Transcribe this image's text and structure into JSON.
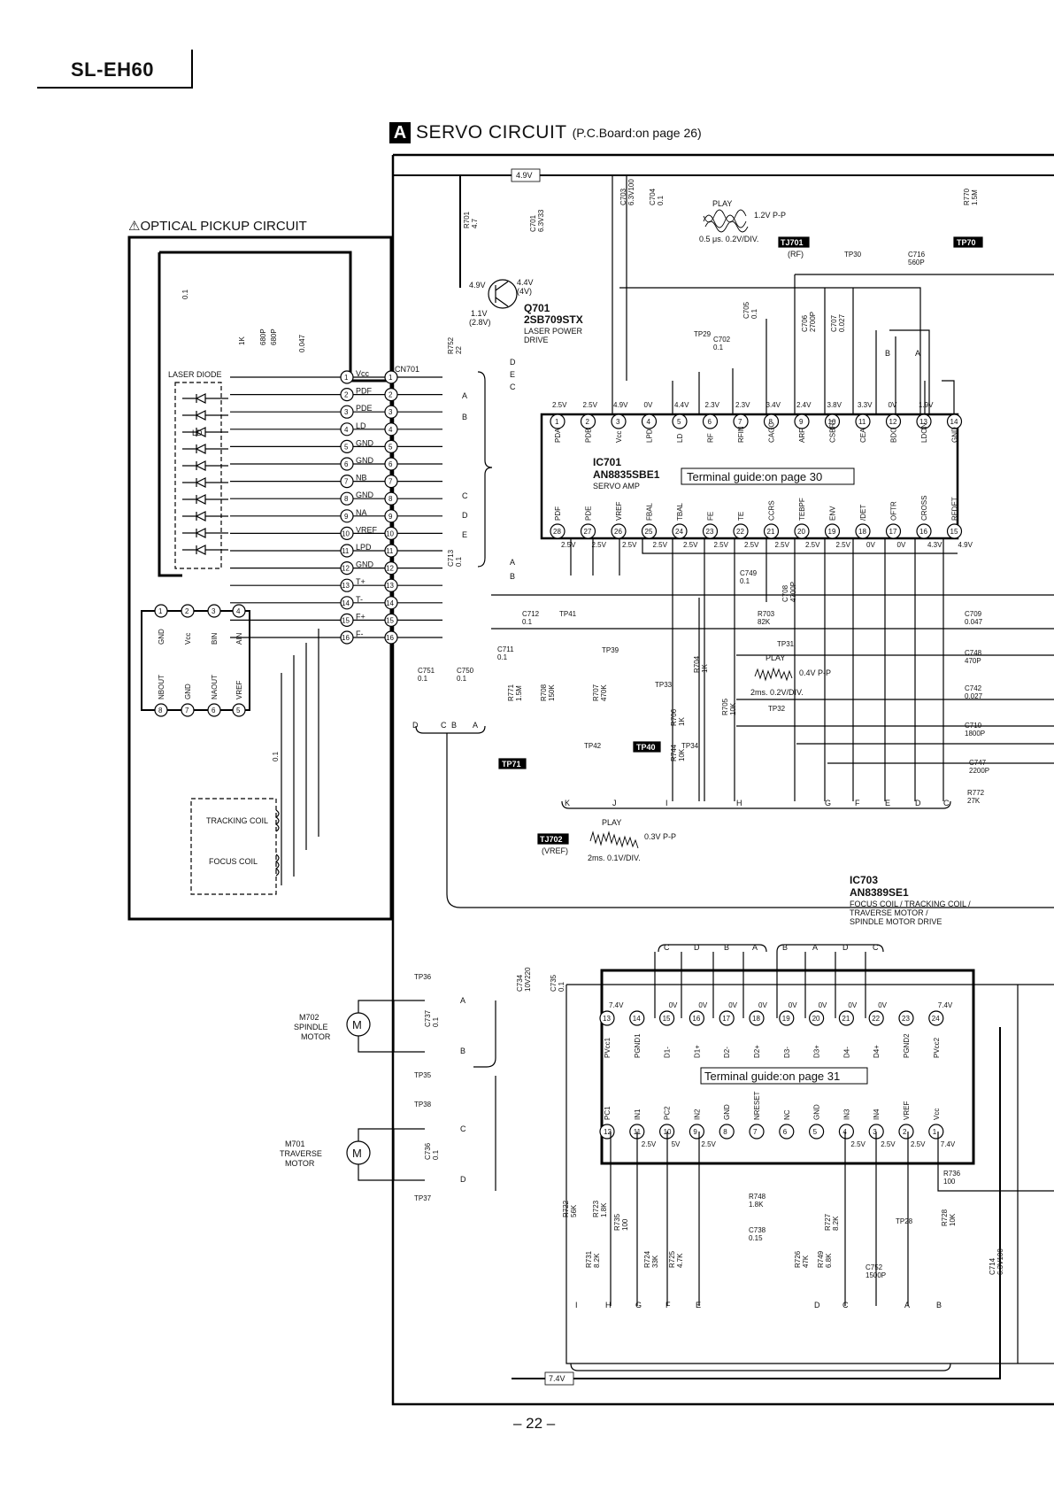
{
  "header": {
    "model": "SL-EH60",
    "page_number": "– 22 –"
  },
  "section": {
    "letter": "A",
    "title": "SERVO CIRCUIT",
    "board_ref": "(P.C.Board:on page 26)",
    "optical_title": "⚠OPTICAL PICKUP CIRCUIT"
  },
  "rails": {
    "top": "4.9V",
    "bottom": "7.4V"
  },
  "q701": {
    "name": "Q701",
    "part": "2SB709STX",
    "desc1": "LASER POWER",
    "desc2": "DRIVE",
    "v_b": "1.1V",
    "v_b2": "(2.8V)",
    "v_e": "4.9V",
    "v_c": "4.4V",
    "v_c2": "(4V)"
  },
  "ic701": {
    "name": "IC701",
    "part": "AN8835SBE1",
    "desc": "SERVO AMP",
    "guide": "Terminal guide:on page 30",
    "top_pins": [
      "PDA",
      "PDB",
      "Vcc",
      "LPD",
      "LD",
      "RF",
      "RFIN",
      "CAGC",
      "ARF",
      "CSBRT",
      "CEA",
      "BDO",
      "LDON",
      "GND"
    ],
    "top_volts": [
      "2.5V",
      "2.5V",
      "4.9V",
      "0V",
      "4.4V",
      "2.3V",
      "2.3V",
      "3.4V",
      "2.4V",
      "3.8V",
      "3.3V",
      "0V",
      "1.9V",
      ""
    ],
    "bottom_pins": [
      "PDF",
      "PDE",
      "VREF",
      "FBAL",
      "TBAL",
      "FE",
      "TE",
      "CCRS",
      "TEBPF",
      "ENV",
      "/DET",
      "OFTR",
      "CROSS",
      "RFDET"
    ],
    "bottom_volts": [
      "2.5V",
      "2.5V",
      "2.5V",
      "2.5V",
      "2.5V",
      "2.5V",
      "2.5V",
      "2.5V",
      "2.5V",
      "2.5V",
      "0V",
      "0V",
      "4.3V",
      "4.9V"
    ]
  },
  "ic703": {
    "name": "IC703",
    "part": "AN8389SE1",
    "desc1": "FOCUS COIL / TRACKING COIL /",
    "desc2": "TRAVERSE MOTOR /",
    "desc3": "SPINDLE MOTOR DRIVE",
    "guide": "Terminal guide:on page 31",
    "top_pins": [
      "PVcc1",
      "PGND1",
      "D1-",
      "D1+",
      "D2-",
      "D2+",
      "D3-",
      "D3+",
      "D4-",
      "D4+",
      "PGND2",
      "PVcc2"
    ],
    "top_nums": [
      "13",
      "14",
      "15",
      "16",
      "17",
      "18",
      "19",
      "20",
      "21",
      "22",
      "23",
      "24"
    ],
    "top_volts": [
      "7.4V",
      "",
      "0V",
      "0V",
      "0V",
      "0V",
      "0V",
      "0V",
      "0V",
      "0V",
      "",
      "7.4V"
    ],
    "bottom_pins": [
      "PC1",
      "IN1",
      "PC2",
      "IN2",
      "GND",
      "NRESET",
      "NC",
      "GND",
      "IN3",
      "IN4",
      "VREF",
      "Vcc"
    ],
    "bottom_nums": [
      "12",
      "11",
      "10",
      "9",
      "8",
      "7",
      "6",
      "5",
      "4",
      "3",
      "2",
      "1"
    ],
    "bottom_volts": [
      "",
      "2.5V",
      "5V",
      "2.5V",
      "",
      "",
      "",
      "",
      "2.5V",
      "2.5V",
      "2.5V",
      "7.4V"
    ]
  },
  "cn701": {
    "name": "CN701",
    "pins": [
      "Vcc",
      "PDF",
      "PDE",
      "LD",
      "GND",
      "GND",
      "NB",
      "GND",
      "NA",
      "VREF",
      "LPD",
      "GND",
      "T+",
      "T-",
      "F+",
      "F-"
    ]
  },
  "pickup": {
    "laser_label": "LASER DIODE",
    "ld_label": "LD",
    "ic_pins_top": [
      "GND",
      "Vcc",
      "BIN",
      "AIN"
    ],
    "ic_pins_bottom": [
      "NBOUT",
      "GND",
      "NAOUT",
      "VREF"
    ],
    "tracking": "TRACKING COIL",
    "focus": "FOCUS COIL",
    "caps": [
      "0.1",
      "1K",
      "680P",
      "680P",
      "0.047",
      "0.1"
    ]
  },
  "motors": {
    "spindle1": "M702",
    "spindle2": "SPINDLE",
    "spindle3": "MOTOR",
    "traverse1": "M701",
    "traverse2": "TRAVERSE",
    "traverse3": "MOTOR"
  },
  "test_points": [
    "TP29",
    "TP30",
    "TP31",
    "TP32",
    "TP33",
    "TP34",
    "TP35",
    "TP36",
    "TP37",
    "TP38",
    "TP39",
    "TP41",
    "TP42",
    "TP28"
  ],
  "tags": {
    "tj701": "TJ701",
    "tp70": "TP70",
    "tp71": "TP71",
    "tp40": "TP40",
    "tj702": "TJ702"
  },
  "waves": {
    "play": "PLAY",
    "w1_amp": "1.2V P-P",
    "w1_time": "0.5 μs. 0.2V/DIV.",
    "w1_sig": "(RF)",
    "w2_amp": "0.4V P-P",
    "w2_time": "2ms. 0.2V/DIV.",
    "w3_amp": "0.3V P-P",
    "w3_time": "2ms. 0.1V/DIV.",
    "w3_sig": "(VREF)"
  },
  "components": {
    "r701": "R701 4.7",
    "c701": "C701 6.3V33",
    "c703": "C703 6.3V100",
    "c704": "C704 0.1",
    "r752": "R752 22",
    "c702": "C702 0.1",
    "c705": "C705 0.1",
    "c706": "C706 2700P",
    "c707": "C707 0.027",
    "c716": "C716 560P",
    "r770": "R770 1.5M",
    "c713": "C713 0.1",
    "c749": "C749 0.1",
    "c708": "C708 4700P",
    "c712": "C712 0.1",
    "c711": "C711 0.1",
    "r703": "R703 82K",
    "c751": "C751 0.1",
    "c750": "C750 0.1",
    "r771": "R771 1.5M",
    "r708": "R708 150K",
    "r707": "R707 470K",
    "r704": "R704 1K",
    "r705": "R705 10K",
    "r706": "R706 1K",
    "r744": "R744 10K",
    "c709": "C709 0.047",
    "c748": "C748 470P",
    "c742": "C742 0.027",
    "c710": "C710 1800P",
    "c747": "C747 2200P",
    "r772": "R772 27K",
    "c734": "C734 10V220",
    "c735": "C735 0.1",
    "c737": "C737 0.1",
    "c736": "C736 0.1",
    "r722": "R722 56K",
    "r723": "R723 1.8K",
    "r735": "R735 100",
    "r731": "R731 8.2K",
    "r724": "R724 33K",
    "r725": "R725 4.7K",
    "r748": "R748 1.8K",
    "c738": "C738 0.15",
    "r727": "R727 8.2K",
    "r726": "R726 47K",
    "r749": "R749 6.8K",
    "c752": "C752 1500P",
    "r728": "R728 10K",
    "r736": "R736 100",
    "c714": "C714 6.3V100"
  },
  "bus_letters": {
    "top_right": [
      "B",
      "A"
    ],
    "ic701_left": [
      "D",
      "E",
      "C"
    ],
    "ic701_left2": [
      "A",
      "B"
    ],
    "cn_right": [
      "A",
      "B",
      "C",
      "D",
      "E"
    ],
    "cap_bus": [
      "D",
      "C",
      "B",
      "A"
    ],
    "bot_bus": [
      "K",
      "J",
      "I",
      "H",
      "G",
      "F",
      "E",
      "D",
      "C"
    ],
    "ic703_top_l": [
      "C",
      "D",
      "B",
      "A"
    ],
    "ic703_top_r": [
      "B",
      "A",
      "D",
      "C"
    ],
    "ic703_bot": [
      "I",
      "H",
      "G",
      "F",
      "E",
      "D",
      "C",
      "A",
      "B"
    ],
    "motor_bus": [
      "A",
      "B",
      "C",
      "D"
    ]
  }
}
